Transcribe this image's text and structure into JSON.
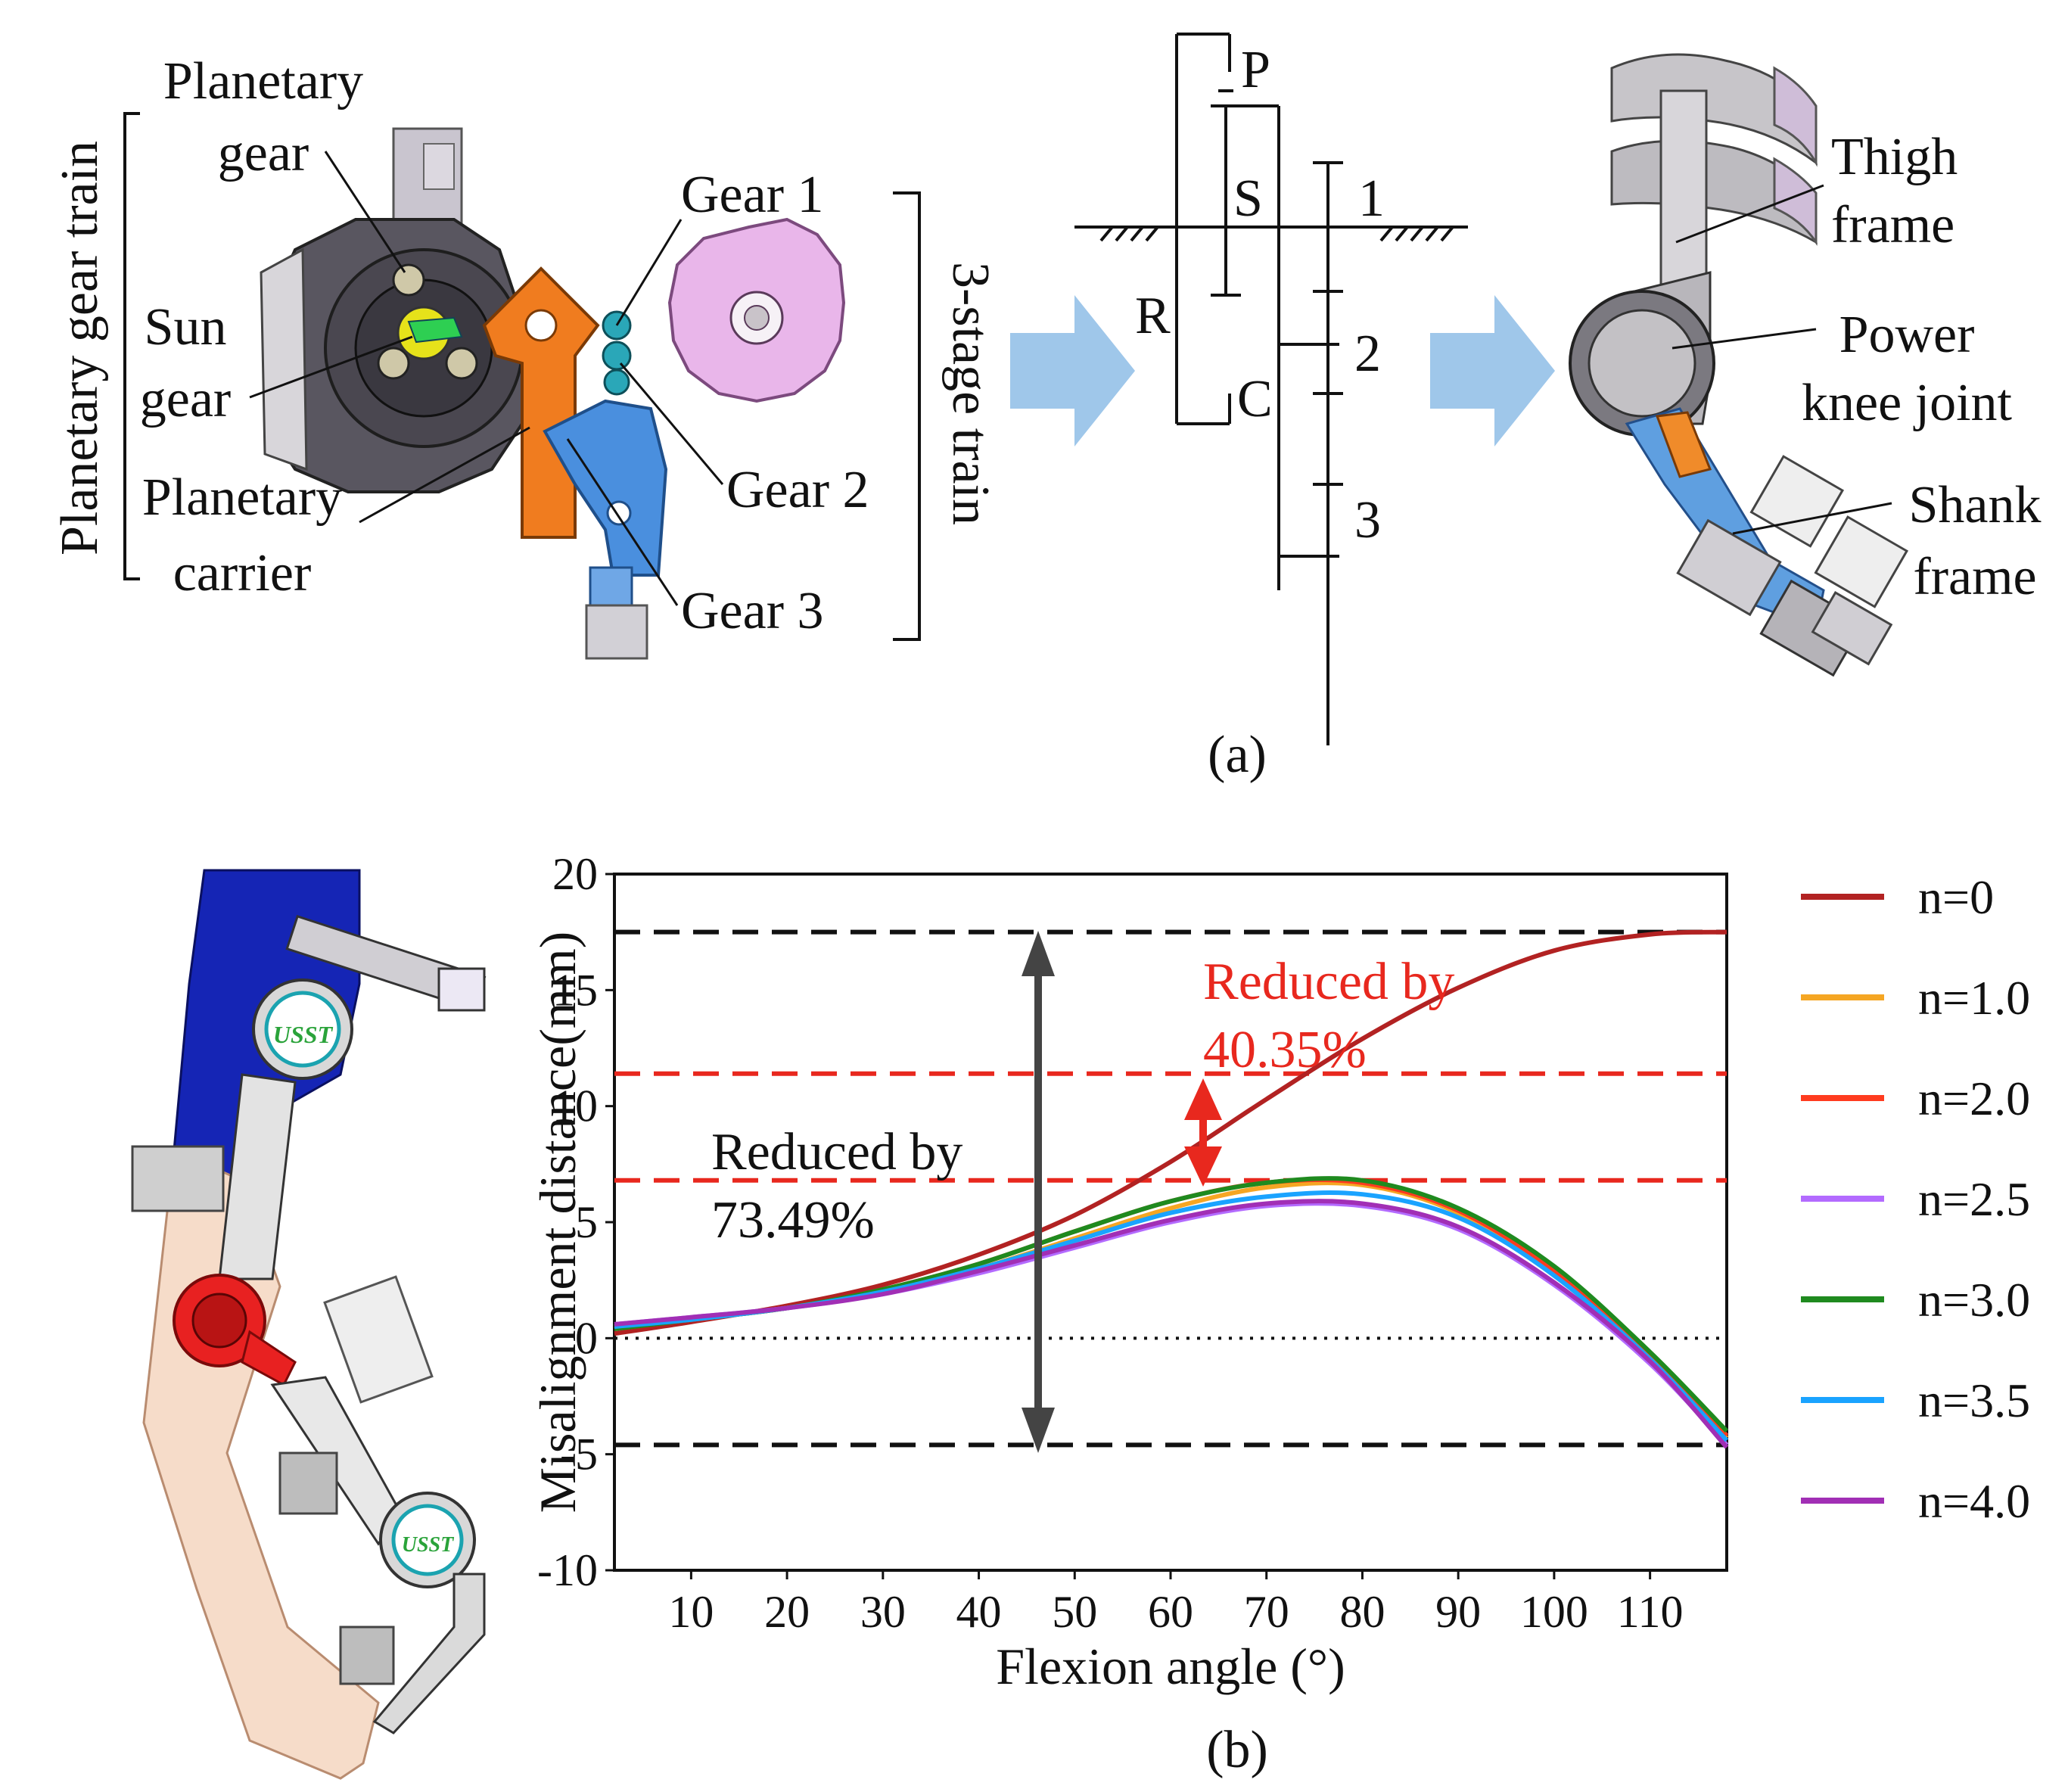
{
  "panel_a": {
    "caption": "(a)",
    "cad_labels": {
      "planetary_gear_train": "Planetary gear train",
      "planetary_gear_1": "Planetary",
      "planetary_gear_2": "gear",
      "sun_gear_1": "Sun",
      "sun_gear_2": "gear",
      "planetary_carrier_1": "Planetary",
      "planetary_carrier_2": "carrier",
      "gear1": "Gear 1",
      "gear2": "Gear 2",
      "gear3": "Gear 3",
      "three_stage_train": "3-stage train"
    },
    "schematic_labels": {
      "p": "P",
      "s": "S",
      "r": "R",
      "c": "C",
      "n1": "1",
      "n2": "2",
      "n3": "3"
    },
    "exo_labels": {
      "thigh_1": "Thigh",
      "thigh_2": "frame",
      "power_1": "Power",
      "power_2": "knee joint",
      "shank_1": "Shank",
      "shank_2": "frame"
    }
  },
  "panel_b": {
    "caption": "(b)",
    "logo_text": "USST",
    "annotations": {
      "reduced_a_1": "Reduced by",
      "reduced_a_2": "40.35%",
      "reduced_b_1": "Reduced by",
      "reduced_b_2": "73.49%"
    }
  },
  "chart_data": {
    "type": "line",
    "xlabel": "Flexion angle (°)",
    "ylabel": "Misalignment distance(mm)",
    "xlim": [
      2,
      118
    ],
    "ylim": [
      -10,
      20
    ],
    "xticks": [
      10,
      20,
      30,
      40,
      50,
      60,
      70,
      80,
      90,
      100,
      110
    ],
    "yticks": [
      -10,
      -5,
      0,
      5,
      10,
      15,
      20
    ],
    "legend_position": "right",
    "x": [
      2,
      10,
      20,
      30,
      40,
      50,
      60,
      70,
      80,
      90,
      100,
      110,
      118
    ],
    "series": [
      {
        "name": "n=0",
        "color": "#b22222",
        "values": [
          0.2,
          0.7,
          1.4,
          2.3,
          3.6,
          5.3,
          7.6,
          10.3,
          12.9,
          15.1,
          16.7,
          17.4,
          17.5
        ]
      },
      {
        "name": "n=1.0",
        "color": "#f5a623",
        "values": [
          0.5,
          0.8,
          1.3,
          2.0,
          3.0,
          4.3,
          5.6,
          6.5,
          6.6,
          5.4,
          2.8,
          -0.9,
          -4.3
        ]
      },
      {
        "name": "n=2.0",
        "color": "#ff3b1f",
        "values": [
          0.4,
          0.8,
          1.3,
          2.1,
          3.2,
          4.6,
          5.9,
          6.7,
          6.7,
          5.5,
          2.9,
          -0.8,
          -4.2
        ]
      },
      {
        "name": "n=2.5",
        "color": "#b36bff",
        "values": [
          0.6,
          0.9,
          1.3,
          1.9,
          2.8,
          3.9,
          5.0,
          5.7,
          5.7,
          4.7,
          2.3,
          -1.1,
          -4.6
        ]
      },
      {
        "name": "n=3.0",
        "color": "#1f8a1f",
        "values": [
          0.4,
          0.8,
          1.3,
          2.1,
          3.2,
          4.6,
          5.9,
          6.7,
          6.8,
          5.6,
          3.1,
          -0.6,
          -4.0
        ]
      },
      {
        "name": "n=3.5",
        "color": "#1aa3ff",
        "values": [
          0.5,
          0.8,
          1.3,
          2.0,
          3.0,
          4.2,
          5.4,
          6.1,
          6.2,
          5.2,
          2.7,
          -0.9,
          -4.4
        ]
      },
      {
        "name": "n=4.0",
        "color": "#a12fb5",
        "values": [
          0.6,
          0.9,
          1.3,
          1.9,
          2.9,
          4.0,
          5.1,
          5.8,
          5.8,
          4.8,
          2.4,
          -1.0,
          -4.7
        ]
      }
    ],
    "reference_lines": [
      {
        "y": 17.5,
        "color": "#111111",
        "style": "dashed"
      },
      {
        "y": 11.4,
        "color": "#e8281e",
        "style": "dashed"
      },
      {
        "y": 6.8,
        "color": "#e8281e",
        "style": "dashed"
      },
      {
        "y": 0,
        "color": "#111111",
        "style": "dotted"
      },
      {
        "y": -4.6,
        "color": "#111111",
        "style": "dashed"
      }
    ]
  }
}
